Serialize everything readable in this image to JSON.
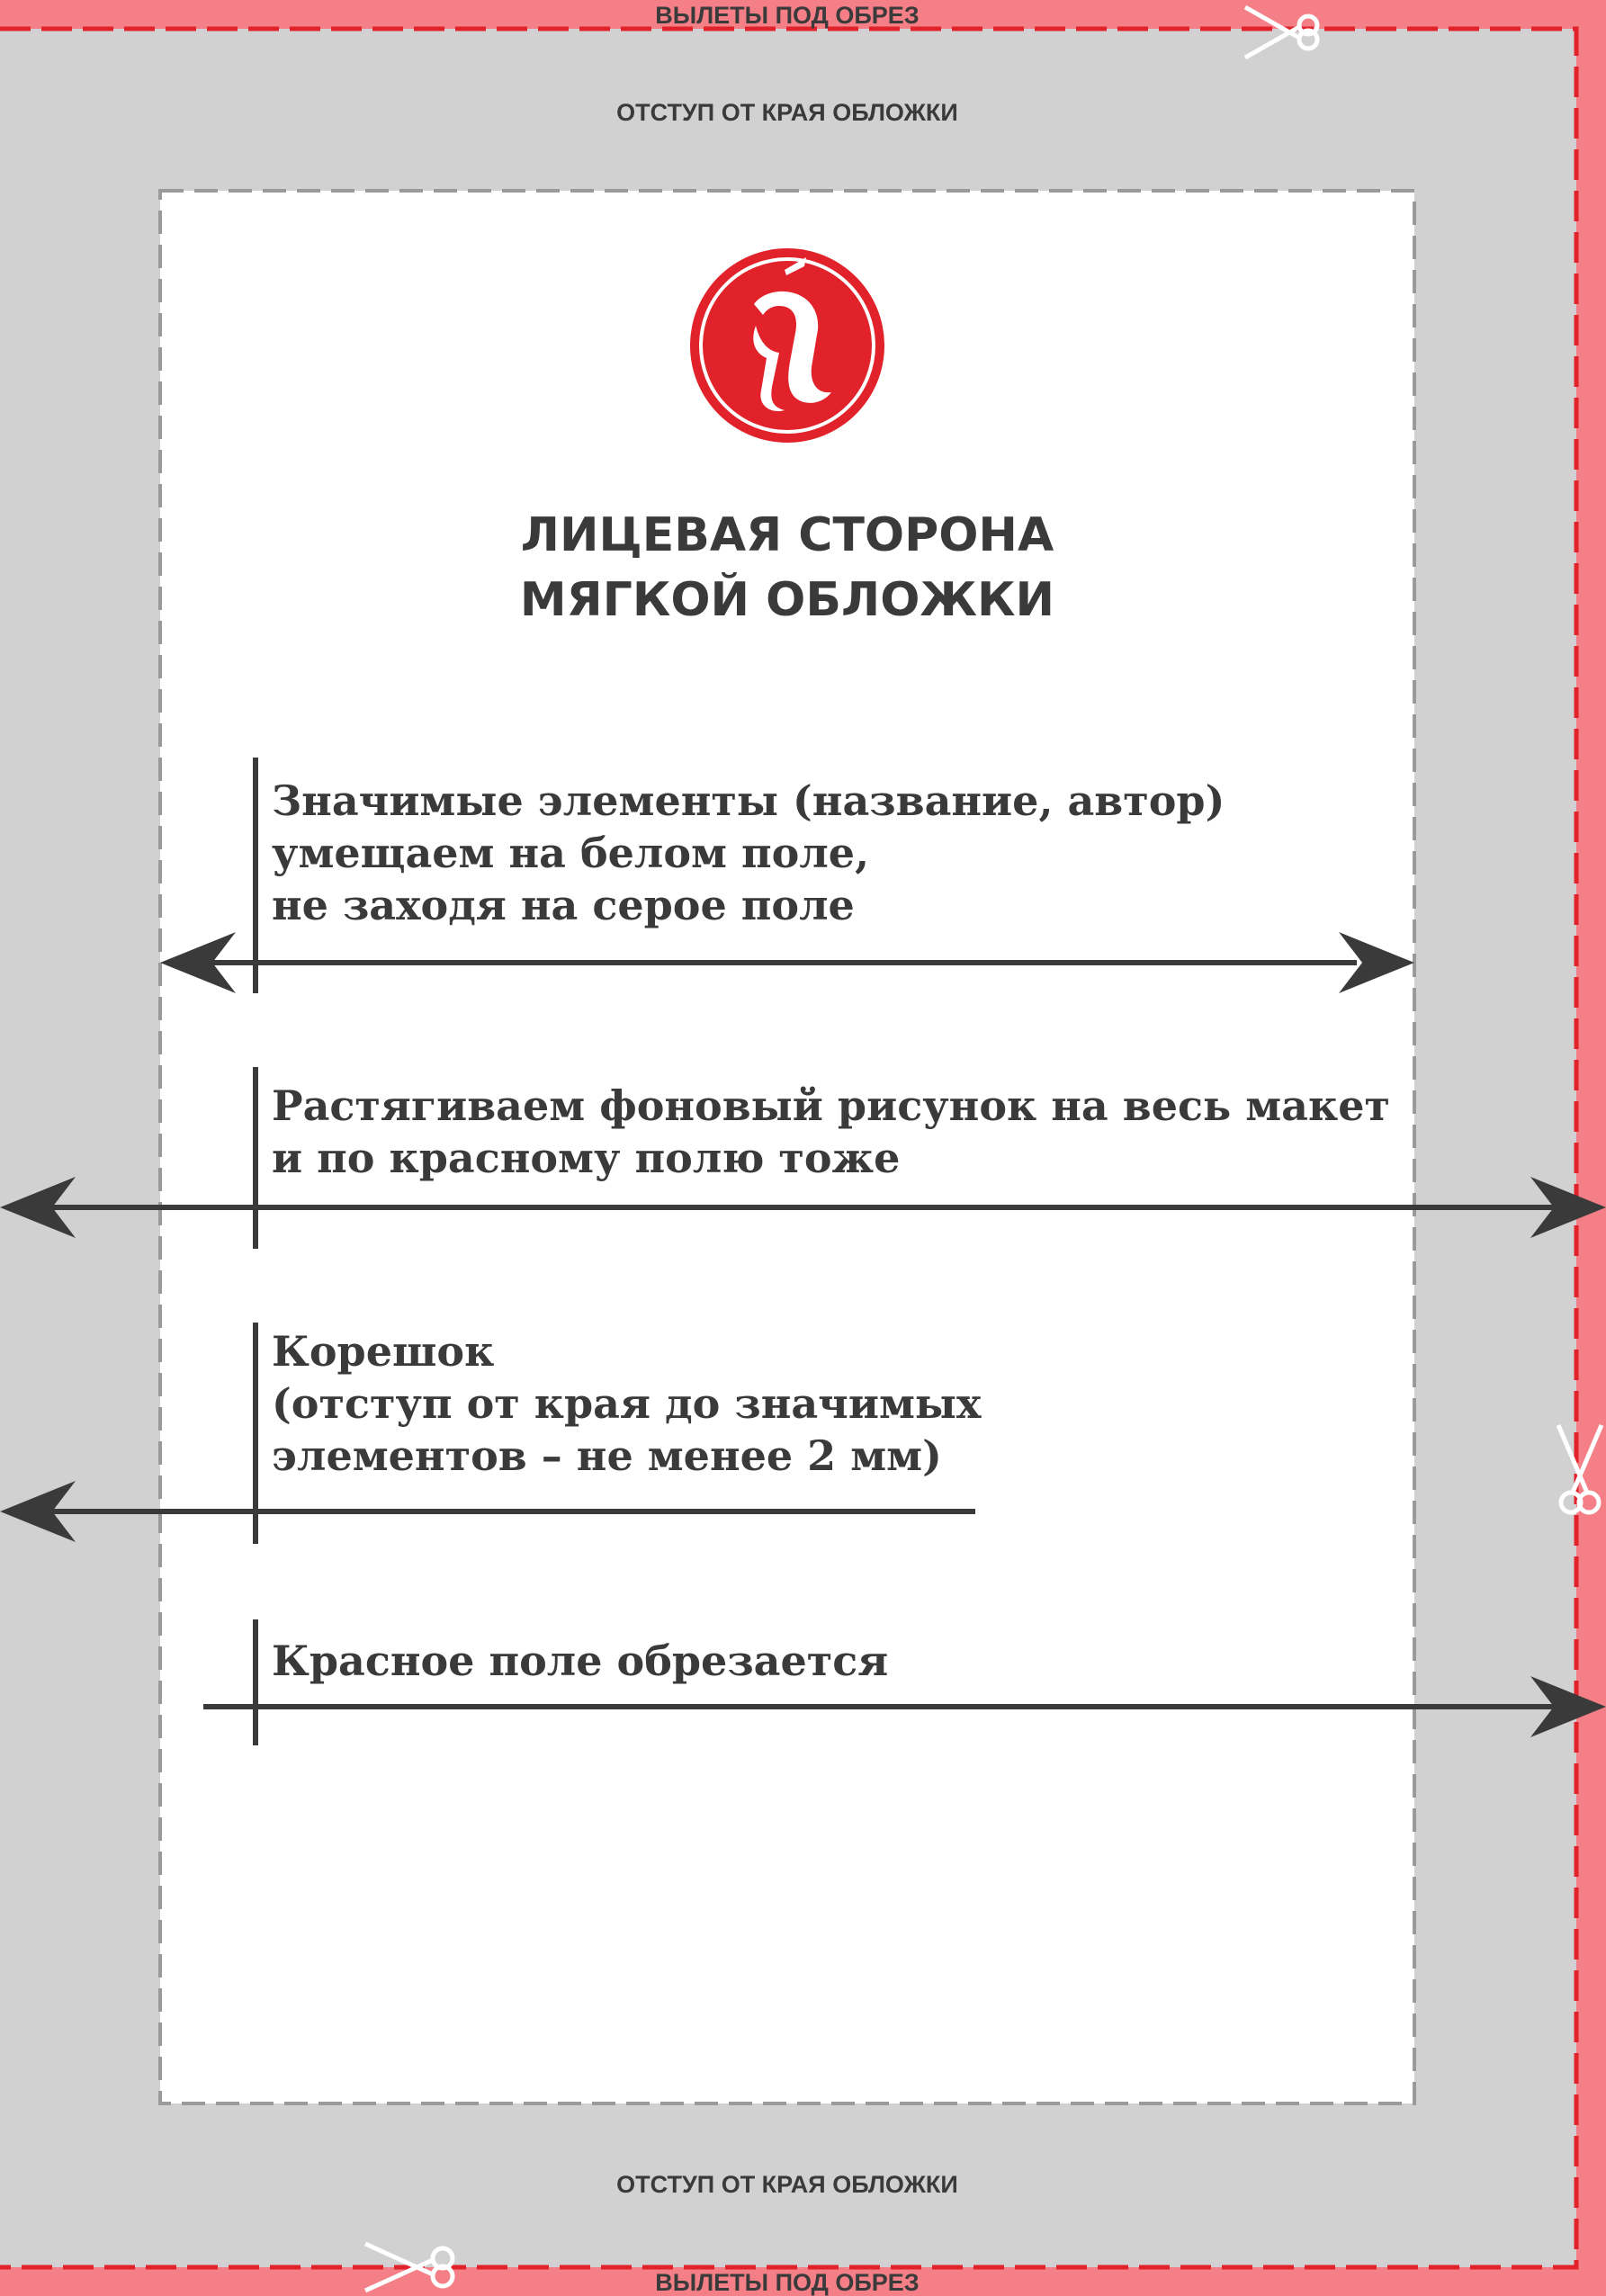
{
  "bleed_label": "ВЫЛЕТЫ ПОД ОБРЕЗ",
  "margin_label": "ОТСТУП ОТ КРАЯ ОБЛОЖКИ",
  "title": {
    "line1": "ЛИЦЕВАЯ СТОРОНА",
    "line2": "МЯГКОЙ ОБЛОЖКИ"
  },
  "logo": {
    "icon": "logo-letter-icon",
    "color": "#e1222a"
  },
  "notes": {
    "significant": [
      "Значимые элементы (название, автор)",
      "умещаем на белом поле,",
      "не заходя на серое поле"
    ],
    "background": [
      "Растягиваем фоновый рисунок на весь макет",
      "и по красному полю тоже"
    ],
    "spine": [
      "Корешок",
      "(отступ от края до значимых",
      "элементов – не менее 2 мм)"
    ],
    "trim": [
      "Красное поле обрезается"
    ]
  },
  "colors": {
    "bleed": "#f47f87",
    "bleed_cut_line": "#e1222a",
    "margin": "#d1d1d1",
    "safe_area": "#ffffff",
    "text": "#3a3a3a",
    "scissors": "#ffffff"
  }
}
